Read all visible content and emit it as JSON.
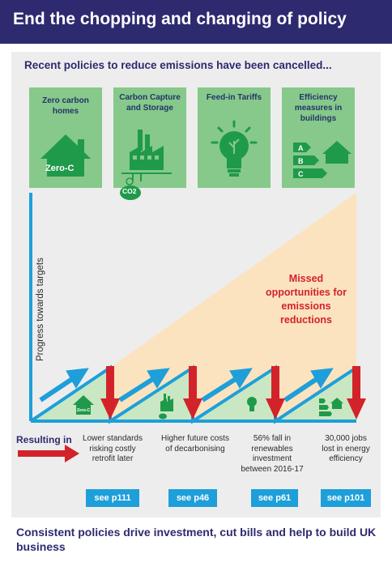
{
  "header": {
    "title": "End the chopping and changing of policy"
  },
  "subtitle": "Recent policies to reduce emissions have been cancelled...",
  "policies": [
    {
      "label": "Zero carbon homes",
      "badge": "Zero-C"
    },
    {
      "label": "Carbon Capture and Storage",
      "badge": "CO2"
    },
    {
      "label": "Feed-in Tariffs"
    },
    {
      "label": "Efficiency measures in buildings",
      "badge_letters": [
        "A",
        "B",
        "C"
      ]
    }
  ],
  "axis_label": "Progress towards targets",
  "missed": "Missed opportunities for emissions reductions",
  "small_badge": "Zero-C",
  "resulting_in": "Resulting in",
  "outcomes": [
    {
      "text": "Lower standards risking costly retrofit later",
      "see": "see p111"
    },
    {
      "text": "Higher future costs of decarbonising",
      "see": "see p46"
    },
    {
      "text": "56% fall in renewables investment between 2016-17",
      "see": "see p61"
    },
    {
      "text": "30,000 jobs lost in energy efficiency",
      "see": "see p101"
    }
  ],
  "footer": "Consistent policies drive investment, cut bills and help to build UK business",
  "colors": {
    "navy": "#2e2a6f",
    "green_tile": "#86c98a",
    "dark_green": "#1f9a4a",
    "blue": "#1e9fda",
    "red": "#d2232a",
    "peach": "#fce3bf",
    "light_green": "#c9e7c3"
  }
}
